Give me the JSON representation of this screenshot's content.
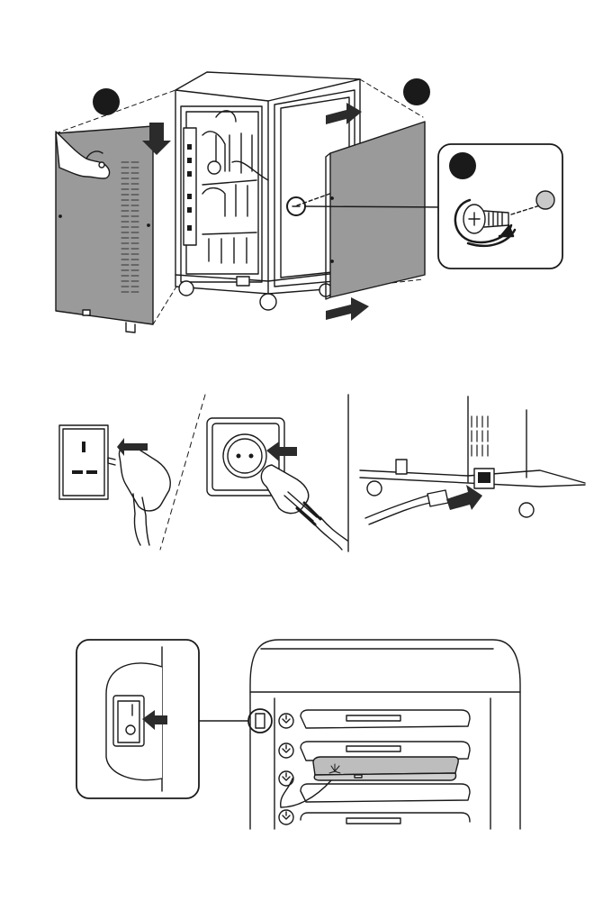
{
  "figures": [
    {
      "id": "panel-removal",
      "callouts": [
        {
          "id": "c1"
        },
        {
          "id": "c2"
        },
        {
          "id": "c3"
        }
      ]
    },
    {
      "id": "power-connection",
      "plug_types": [
        "uk-plug",
        "eu-schuko-plug",
        "iec-c13-cable"
      ]
    },
    {
      "id": "power-switch"
    }
  ],
  "colors": {
    "line": "#1a1a1a",
    "panel_fill": "#9a9a9a",
    "arrow_fill": "#2b2b2b",
    "callout_fill": "#1a1a1a",
    "cap_fill": "#c9c9c9",
    "white": "#ffffff"
  },
  "icons": [
    "hand-icon",
    "screw-icon",
    "rotate-arrow-icon",
    "uk-plug-icon",
    "schuko-plug-icon",
    "iec-connector-icon",
    "rocker-switch-icon",
    "laptop-icon"
  ]
}
